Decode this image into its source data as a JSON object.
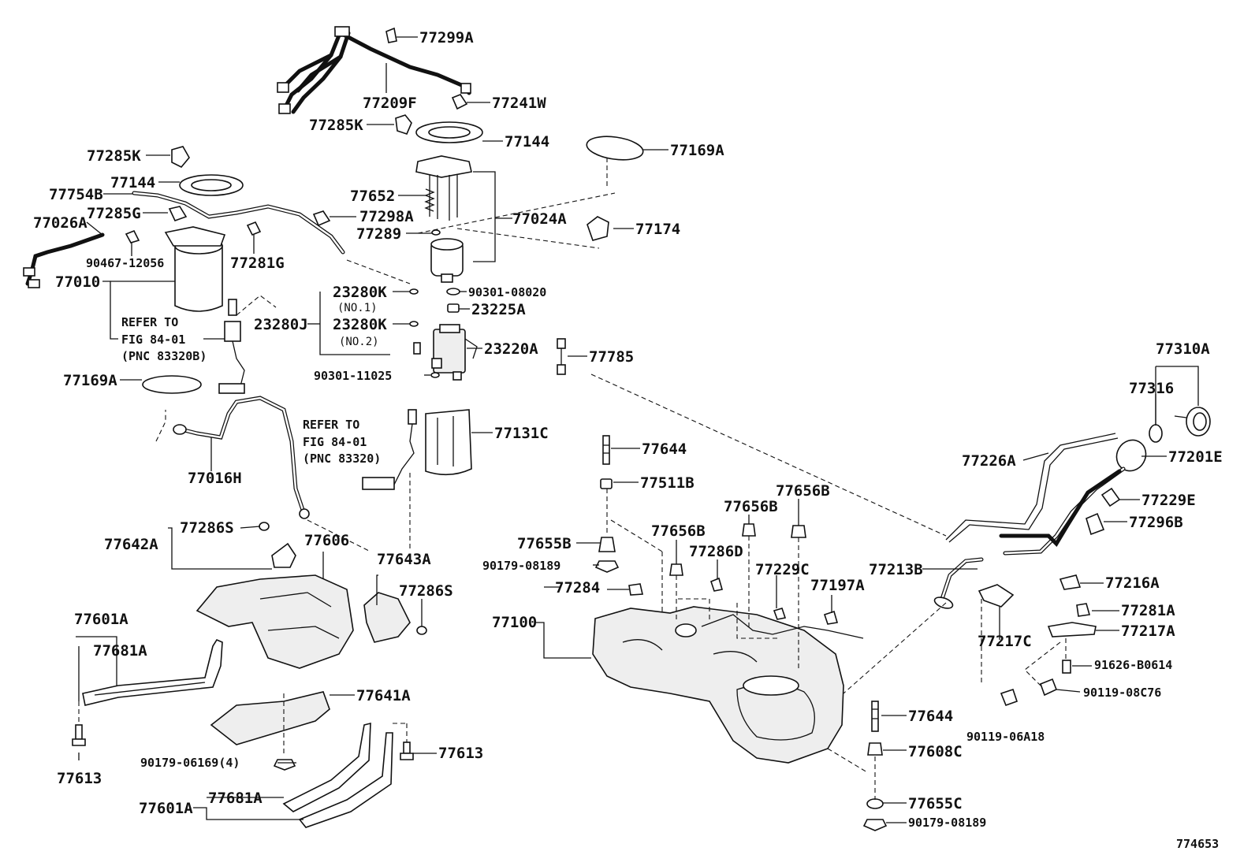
{
  "labels": {
    "l77299A": "77299A",
    "l77209F": "77209F",
    "l77241W": "77241W",
    "l77285K_a": "77285K",
    "l77144_a": "77144",
    "l77169A_a": "77169A",
    "l77285K_b": "77285K",
    "l77144_b": "77144",
    "l77754B": "77754B",
    "l77285G": "77285G",
    "l77026A": "77026A",
    "l90467": "90467-12056",
    "l77281G_a": "77281G",
    "l77652": "77652",
    "l77298A": "77298A",
    "l77024A": "77024A",
    "l77289": "77289",
    "l77174": "77174",
    "l77010": "77010",
    "l23280K_1": "23280K",
    "l23280K_2": "23280K",
    "l23280J": "23280J",
    "lNO1": "(NO.1)",
    "lNO2": "(NO.2)",
    "l90301_08020": "90301-08020",
    "l23225A": "23225A",
    "l23220A": "23220A",
    "l90301_11025": "90301-11025",
    "l77785": "77785",
    "lRefer1a": "REFER TO",
    "lRefer1b": "FIG 84-01",
    "lRefer1c": "(PNC 83320B)",
    "l77169A_b": "77169A",
    "lRefer2a": "REFER TO",
    "lRefer2b": "FIG 84-01",
    "lRefer2c": "(PNC 83320)",
    "l77131C": "77131C",
    "l77016H": "77016H",
    "l77310A": "77310A",
    "l77316": "77316",
    "l77201E": "77201E",
    "l77226A": "77226A",
    "l77229E": "77229E",
    "l77296B": "77296B",
    "l77644_a": "77644",
    "l77511B": "77511B",
    "l77656B_a": "77656B",
    "l77656B_b": "77656B",
    "l77656B_c": "77656B",
    "l77655B": "77655B",
    "l90179_08189_a": "90179-08189",
    "l77286D": "77286D",
    "l77229C": "77229C",
    "l77197A": "77197A",
    "l77213B": "77213B",
    "l77286S_a": "77286S",
    "l77642A": "77642A",
    "l77606": "77606",
    "l77643A": "77643A",
    "l77286S_b": "77286S",
    "l77284": "77284",
    "l77100": "77100",
    "l77216A": "77216A",
    "l77281A": "77281A",
    "l77217A": "77217A",
    "l77217C": "77217C",
    "l91626": "91626-B0614",
    "l90119_08C76": "90119-08C76",
    "l90119_06A18": "90119-06A18",
    "l77601A_a": "77601A",
    "l77681A_a": "77681A",
    "l77641A": "77641A",
    "l77613_a": "77613",
    "l90179_06169": "90179-06169(4)",
    "l77613_b": "77613",
    "l77644_b": "77644",
    "l77608C": "77608C",
    "l77655C": "77655C",
    "l90179_08189_b": "90179-08189",
    "l77601A_b": "77601A",
    "l77681A_b": "77681A",
    "lFig": "774653"
  }
}
